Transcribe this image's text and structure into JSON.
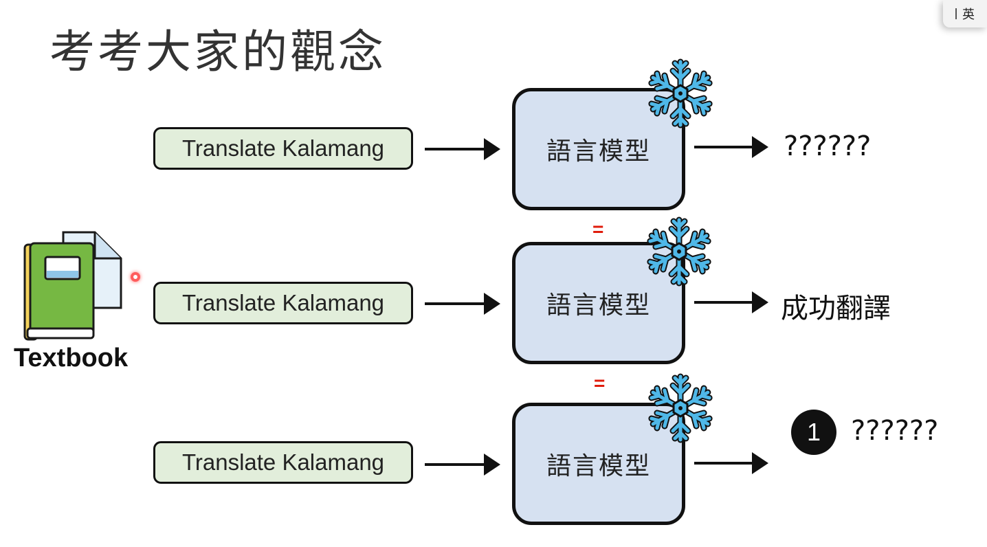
{
  "title": "考考大家的觀念",
  "ime": {
    "mode": "英"
  },
  "textbook": {
    "label": "Textbook",
    "icon": "book-with-document-icon"
  },
  "rows": [
    {
      "prompt": "Translate Kalamang",
      "model": "語言模型",
      "output": "??????"
    },
    {
      "prompt": "Translate Kalamang",
      "model": "語言模型",
      "output": "成功翻譯"
    },
    {
      "prompt": "Translate Kalamang",
      "model": "語言模型",
      "output": "??????",
      "badge": "1"
    }
  ],
  "equals_mark": "=",
  "icons": [
    "snowflake-icon",
    "arrow-right-icon",
    "book-icon",
    "laser-pointer-dot"
  ],
  "colors": {
    "prompt_fill": "#e2eedb",
    "model_fill": "#d6e1f1",
    "equals": "#e01c0c",
    "snowflake": "#4fb8e8"
  }
}
